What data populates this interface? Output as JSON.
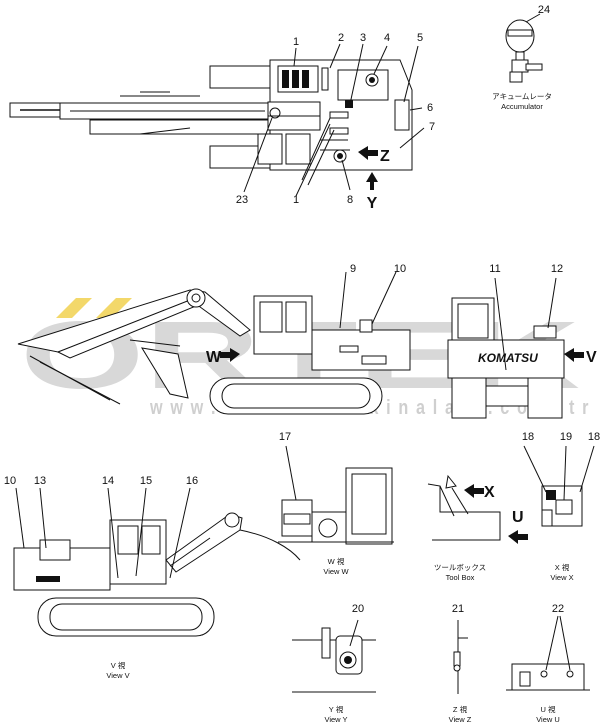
{
  "watermark": {
    "brand": "ORTEK",
    "url": "w w w . o r t e k i s m a k i n a l a r i . c o m . t r",
    "accent_color": "#f3d86a"
  },
  "callouts": [
    "1",
    "2",
    "3",
    "4",
    "5",
    "6",
    "7",
    "1",
    "8",
    "23",
    "9",
    "10",
    "11",
    "12",
    "24",
    "10",
    "13",
    "14",
    "15",
    "16",
    "17",
    "18",
    "19",
    "18",
    "20",
    "21",
    "22"
  ],
  "arrows": {
    "z": "Z",
    "y": "Y",
    "w": "W",
    "v": "V",
    "x": "X",
    "u": "U"
  },
  "brand_on_machine": "KOMATSU",
  "accumulator": {
    "jp": "アキュームレータ",
    "en": "Accumulator"
  },
  "captions": {
    "view_w": {
      "jp": "W 視",
      "en": "View W"
    },
    "tool_box": {
      "jp": "ツールボックス",
      "en": "Tool Box"
    },
    "view_x": {
      "jp": "X 視",
      "en": "View X"
    },
    "view_v": {
      "jp": "V 視",
      "en": "View V"
    },
    "view_y": {
      "jp": "Y 視",
      "en": "View Y"
    },
    "view_z": {
      "jp": "Z 視",
      "en": "View Z"
    },
    "view_u": {
      "jp": "U 視",
      "en": "View U"
    }
  }
}
